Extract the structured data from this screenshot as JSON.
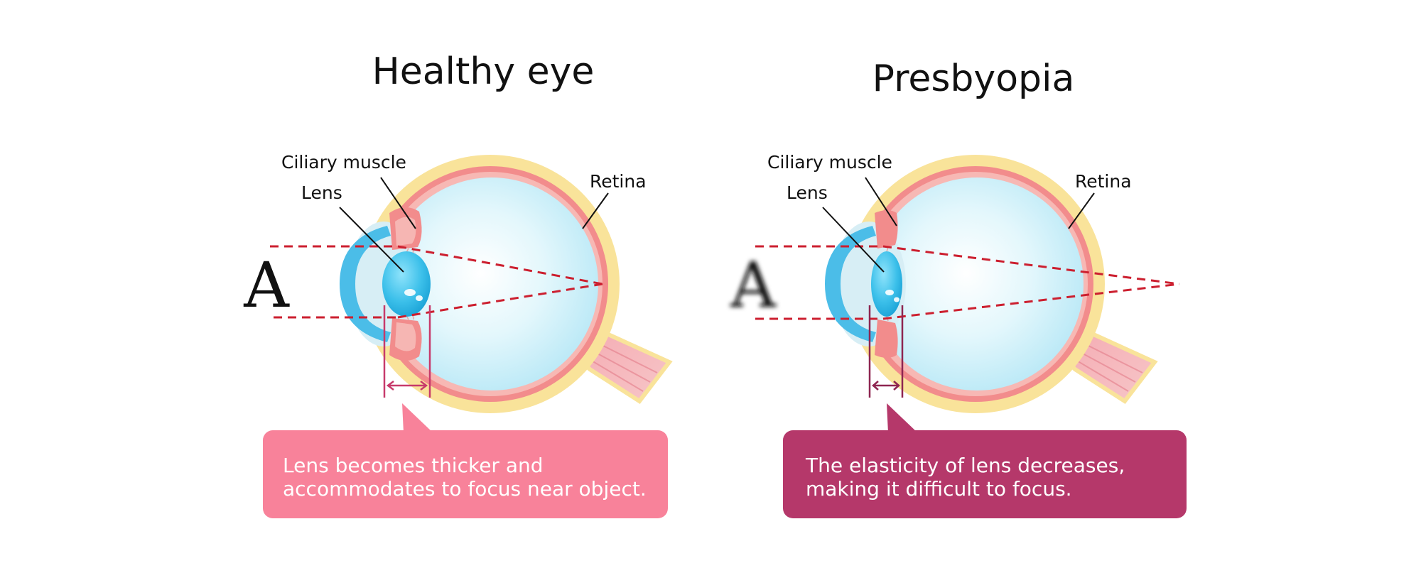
{
  "panels": [
    {
      "title": "Healthy eye",
      "labels": {
        "ciliary_muscle": "Ciliary muscle",
        "lens": "Lens",
        "retina": "Retina"
      },
      "object_letter": "A",
      "callout": {
        "line1": "Lens becomes thicker and",
        "line2": "accommodates to focus near object."
      }
    },
    {
      "title": "Presbyopia",
      "labels": {
        "ciliary_muscle": "Ciliary muscle",
        "lens": "Lens",
        "retina": "Retina"
      },
      "object_letter": "A",
      "callout": {
        "line1": "The elasticity of lens decreases,",
        "line2": "making it difficult to focus."
      }
    }
  ],
  "colors": {
    "healthy_callout": "#f8829a",
    "presbyopia_callout": "#b5386a",
    "light_ray": "#cc1f2f",
    "sclera_outer": "#f9e39a",
    "sclera_inner": "#f28c8c",
    "vitreous": "#d8f4fb",
    "lens": "#3cc0ea"
  }
}
